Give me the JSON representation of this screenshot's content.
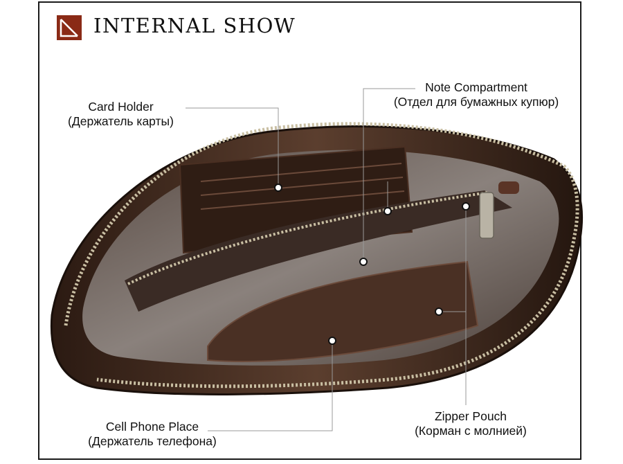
{
  "header": {
    "title": "INTERNAL SHOW",
    "brand_color": "#8a2a16"
  },
  "callouts": {
    "card_holder": {
      "en": "Card Holder",
      "ru": "(Держатель карты)"
    },
    "note_compartment": {
      "en": "Note Compartment",
      "ru": "(Отдел для бумажных купюр)"
    },
    "cell_phone_place": {
      "en": "Cell Phone Place",
      "ru": "(Держатель телефона)"
    },
    "zipper_pouch": {
      "en": "Zipper Pouch",
      "ru": "(Корман с молнией)"
    }
  },
  "colors": {
    "leather_dark": "#2a1a14",
    "leather_mid": "#4a3328",
    "lining": "#6e6460",
    "zipper": "#c9bfa3"
  }
}
